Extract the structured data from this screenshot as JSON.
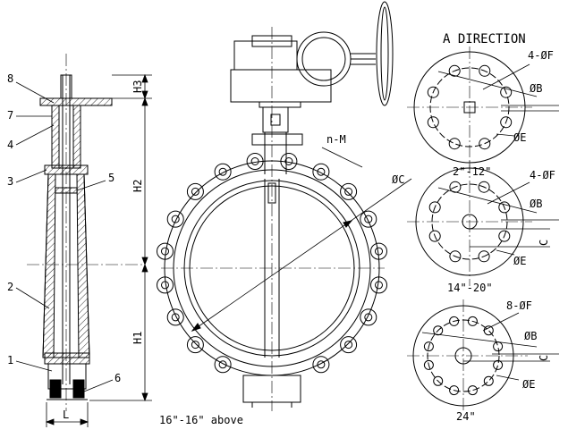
{
  "title": "A DIRECTION",
  "side_view": {
    "part_numbers": [
      "1",
      "2",
      "3",
      "4",
      "5",
      "6",
      "7",
      "8"
    ],
    "dim_L": "L",
    "dim_H1": "H1",
    "dim_H2": "H2",
    "dim_H3": "H3"
  },
  "front_view": {
    "label_nM": "n-M",
    "label_C": "ØC",
    "caption": "16\"-16\" above"
  },
  "flanges": [
    {
      "caption": "2\"-12\"",
      "holes_label": "4-ØF",
      "b_label": "ØB",
      "e_label": "ØE",
      "c_label": ""
    },
    {
      "caption": "14\"-20\"",
      "holes_label": "4-ØF",
      "b_label": "ØB",
      "e_label": "ØE",
      "c_label": "C"
    },
    {
      "caption": "24\"",
      "holes_label": "8-ØF",
      "b_label": "ØB",
      "e_label": "ØE",
      "c_label": "C"
    }
  ],
  "colors": {
    "line": "#000000",
    "background": "#ffffff"
  }
}
